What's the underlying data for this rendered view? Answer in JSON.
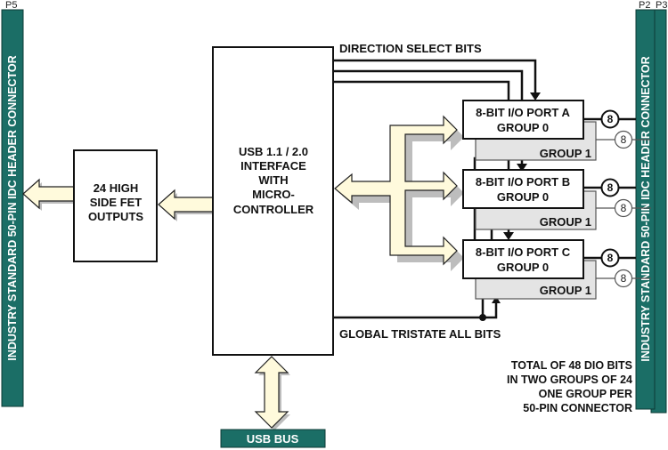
{
  "connectors": {
    "left_label": "P5",
    "right_label_1": "P2",
    "right_label_2": "P3",
    "vertical_text": "INDUSTRY STANDARD 50-PIN IDC HEADER CONNECTOR"
  },
  "blocks": {
    "fet": [
      "24 HIGH",
      "SIDE FET",
      "OUTPUTS"
    ],
    "usb": [
      "USB 1.1 / 2.0",
      "INTERFACE",
      "WITH",
      "MICRO-",
      "CONTROLLER"
    ],
    "usb_bus": "USB BUS"
  },
  "ports": [
    {
      "title": "8-BIT I/O PORT A",
      "group0": "GROUP 0",
      "group1": "GROUP 1",
      "count": "8"
    },
    {
      "title": "8-BIT I/O PORT B",
      "group0": "GROUP 0",
      "group1": "GROUP 1",
      "count": "8"
    },
    {
      "title": "8-BIT I/O PORT C",
      "group0": "GROUP 0",
      "group1": "GROUP 1",
      "count": "8"
    }
  ],
  "signals": {
    "direction": "DIRECTION SELECT BITS",
    "tristate": "GLOBAL TRISTATE ALL BITS"
  },
  "summary": [
    "TOTAL OF 48 DIO BITS",
    "IN TWO GROUPS OF 24",
    "ONE GROUP PER",
    "50-PIN CONNECTOR"
  ],
  "colors": {
    "connector": "#1b6e66",
    "connector_text": "#ffffff",
    "bus_fill": "#fffadc",
    "bus_shadow": "#bdbdbd",
    "group1_fill": "#e4e4e4"
  }
}
